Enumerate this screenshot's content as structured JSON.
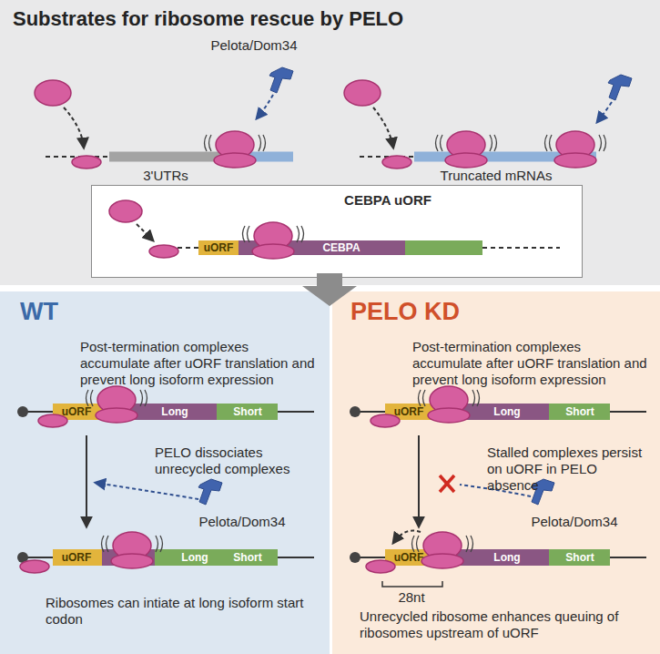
{
  "diagram": {
    "nodes": [
      {
        "text": [
          "Substrates for ribosome rescue by PELO"
        ]
      },
      {
        "text": [
          "CEBPA uORF"
        ],
        "in": 0
      },
      {
        "text": [
          "WT",
          "Post-termination complexes accumulate after uORF translation and prevent long isoform expression",
          "PELO dissociates unrecycled complexes",
          "Ribosomes can intiate at long isoform start codon"
        ]
      },
      {
        "text": [
          "PELO KD",
          "Post-termination complexes accumulate after uORF translation and prevent long isoform expression",
          "Stalled complexes persist on uORF in PELO absence",
          "Unrecycled ribosome enhances queuing of ribosomes upstream of uORF"
        ]
      }
    ],
    "labels": [
      "Pelota/Dom34",
      "3'UTRs",
      "Truncated mRNAs",
      "uORF",
      "CEBPA",
      "uORF",
      "Long",
      "Short",
      "Pelota/Dom34",
      "uORF",
      "Long",
      "Short",
      "uORF",
      "Long",
      "Short",
      "Pelota/Dom34",
      "uORF",
      "Long",
      "Short",
      "28nt"
    ]
  }
}
